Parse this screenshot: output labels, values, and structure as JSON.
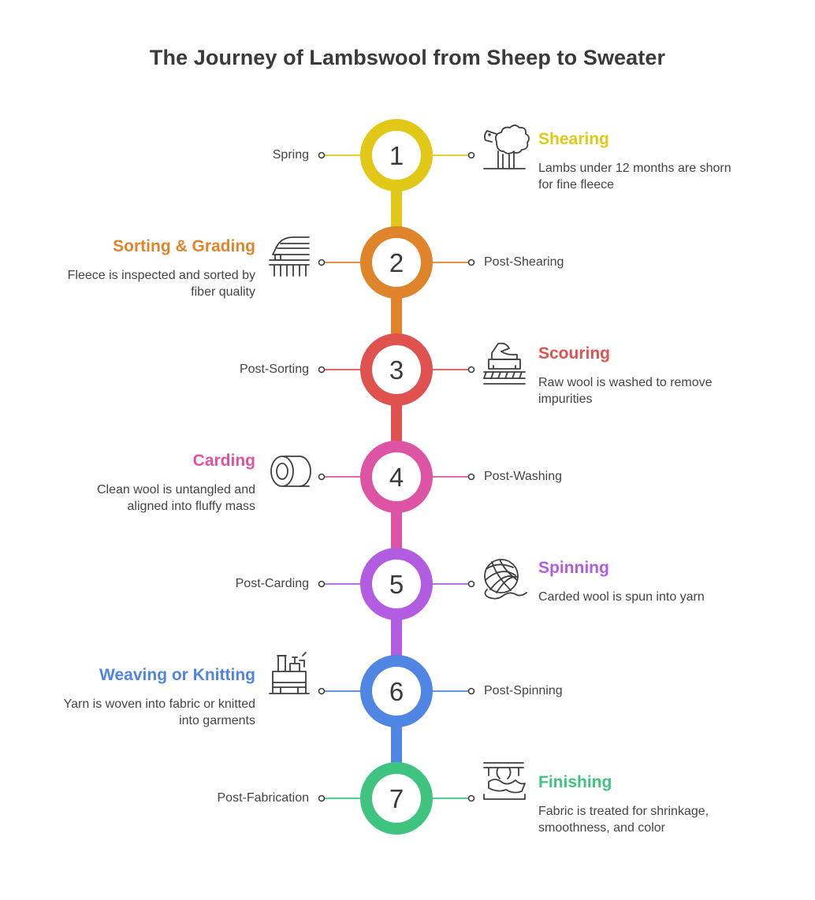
{
  "title": "The Journey of Lambswool from Sheep to Sweater",
  "steps": [
    {
      "number": "1",
      "title": "Shearing",
      "desc_lines": [
        "Lambs under 12 months are shorn",
        "for fine fleece"
      ],
      "time": "Spring",
      "color": "#e2c816",
      "icon": "sheep-icon",
      "text_side": "right"
    },
    {
      "number": "2",
      "title": "Sorting & Grading",
      "desc_lines": [
        "Fleece is inspected and sorted by",
        "fiber quality"
      ],
      "time": "Post-Shearing",
      "color": "#e0842c",
      "icon": "comb-machine-icon",
      "text_side": "left"
    },
    {
      "number": "3",
      "title": "Scouring",
      "desc_lines": [
        "Raw wool is washed to remove",
        "impurities"
      ],
      "time": "Post-Sorting",
      "color": "#e0524f",
      "icon": "washing-machine-icon",
      "text_side": "right"
    },
    {
      "number": "4",
      "title": "Carding",
      "desc_lines": [
        "Clean wool is untangled and",
        "aligned into fluffy mass"
      ],
      "time": "Post-Washing",
      "color": "#dd54a4",
      "icon": "fiber-roll-icon",
      "text_side": "left"
    },
    {
      "number": "5",
      "title": "Spinning",
      "desc_lines": [
        "Carded wool is spun into yarn"
      ],
      "time": "Post-Carding",
      "color": "#b25ce2",
      "icon": "yarn-ball-icon",
      "text_side": "right"
    },
    {
      "number": "6",
      "title": "Weaving or Knitting",
      "desc_lines": [
        "Yarn is woven into fabric or knitted",
        "into garments"
      ],
      "time": "Post-Spinning",
      "color": "#4f85e3",
      "icon": "loom-icon",
      "text_side": "left"
    },
    {
      "number": "7",
      "title": "Finishing",
      "desc_lines": [
        "Fabric is treated for shrinkage,",
        "smoothness, and color"
      ],
      "time": "Post-Fabrication",
      "color": "#3fc47f",
      "icon": "fabric-press-icon",
      "text_side": "right"
    }
  ]
}
